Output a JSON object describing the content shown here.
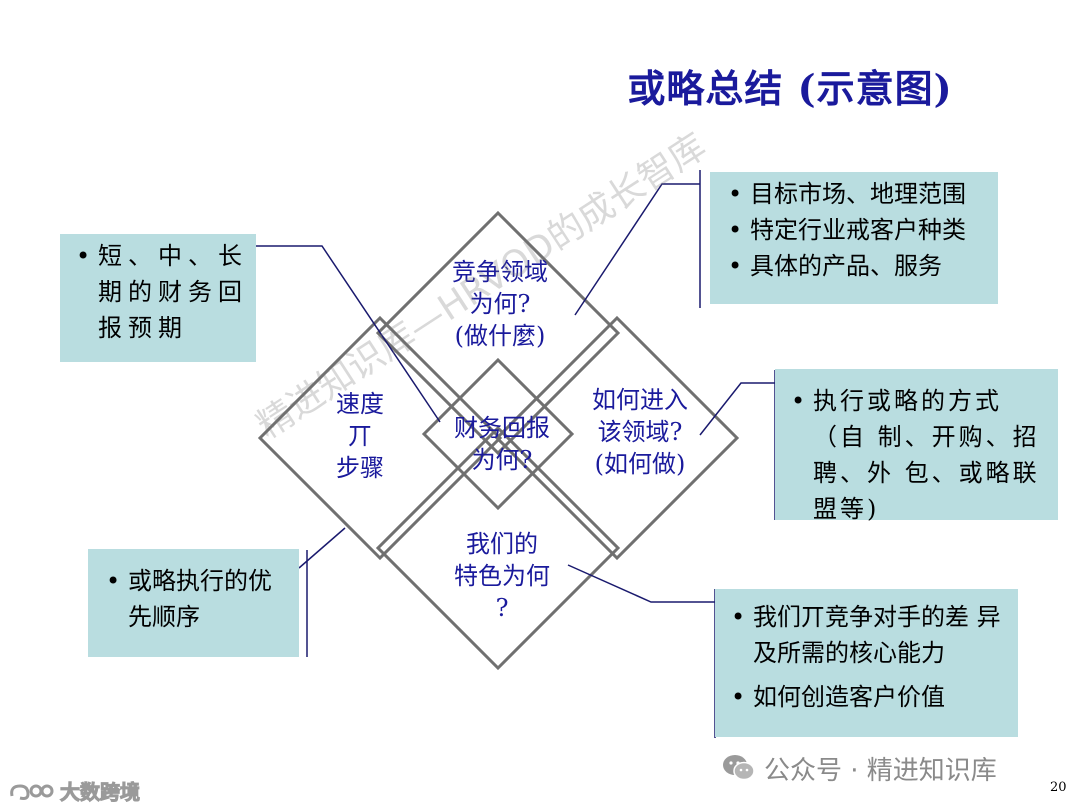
{
  "title": "或略总结 (示意图)",
  "diagram": {
    "top": [
      "竞争领域",
      "为何?",
      "(做什麼)"
    ],
    "left": [
      "速度",
      "丌",
      "步骤"
    ],
    "center": [
      "财务回报",
      "为何?"
    ],
    "right": [
      "如何进入",
      "该领域?",
      "(如何做)"
    ],
    "bottom": [
      "我们的",
      "特色为何",
      "?"
    ]
  },
  "boxes": {
    "top_left": [
      "短、中、长  期的财务回  报预期"
    ],
    "top_right": [
      "目标市场、地理范围",
      "特定行业戒客户种类",
      "具体的产品、服务"
    ],
    "right": [
      "执行或略的方式（自  制、开购、招聘、外  包、或略联盟等)"
    ],
    "bottom_left": [
      "或略执行的优  先顺序"
    ],
    "bottom_right": [
      "我们丌竞争对手的差  异及所需的核心能力",
      "如何创造客户价值"
    ]
  },
  "watermark": "精进知识库—HRVOD的成长智库",
  "footer": {
    "wechat": "公众号 · 精进知识库",
    "logo": "大数跨境"
  },
  "page_number": "20",
  "colors": {
    "title": "#1a1a9c",
    "box_fill": "#b9dde0",
    "diamond_stroke": "#707070",
    "connector": "#1a1a6e"
  }
}
